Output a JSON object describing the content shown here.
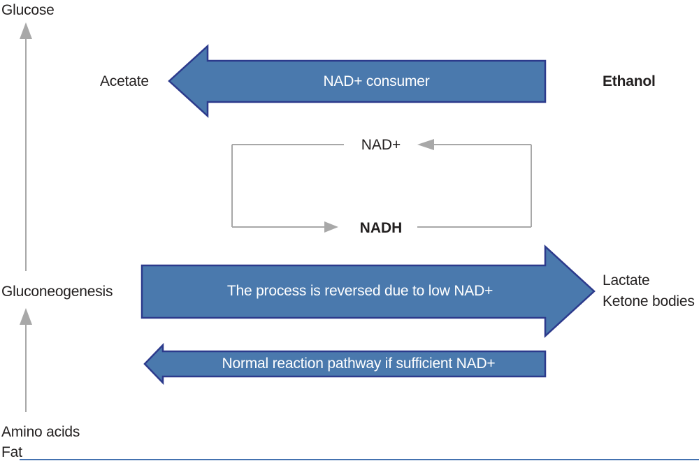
{
  "labels": {
    "glucose": "Glucose",
    "acetate": "Acetate",
    "ethanol": "Ethanol",
    "gluconeogenesis": "Gluconeogenesis",
    "lactate": "Lactate",
    "ketone_bodies": "Ketone bodies",
    "amino_acids": "Amino acids",
    "fat": "Fat"
  },
  "cycle": {
    "nad_plus": "NAD+",
    "nadh": "NADH"
  },
  "arrows": {
    "nad_consumer": "NAD+ consumer",
    "reversed_process": "The process is reversed due to low NAD+",
    "normal_pathway": "Normal reaction pathway if sufficient NAD+"
  },
  "colors": {
    "arrow_fill": "#4a79ad",
    "arrow_border": "#2c3a8c",
    "gray": "#a8a8a8",
    "text": "#221f1f",
    "arrow_text": "#ffffff",
    "bottom_rule": "#4472b0",
    "background": "#ffffff"
  }
}
